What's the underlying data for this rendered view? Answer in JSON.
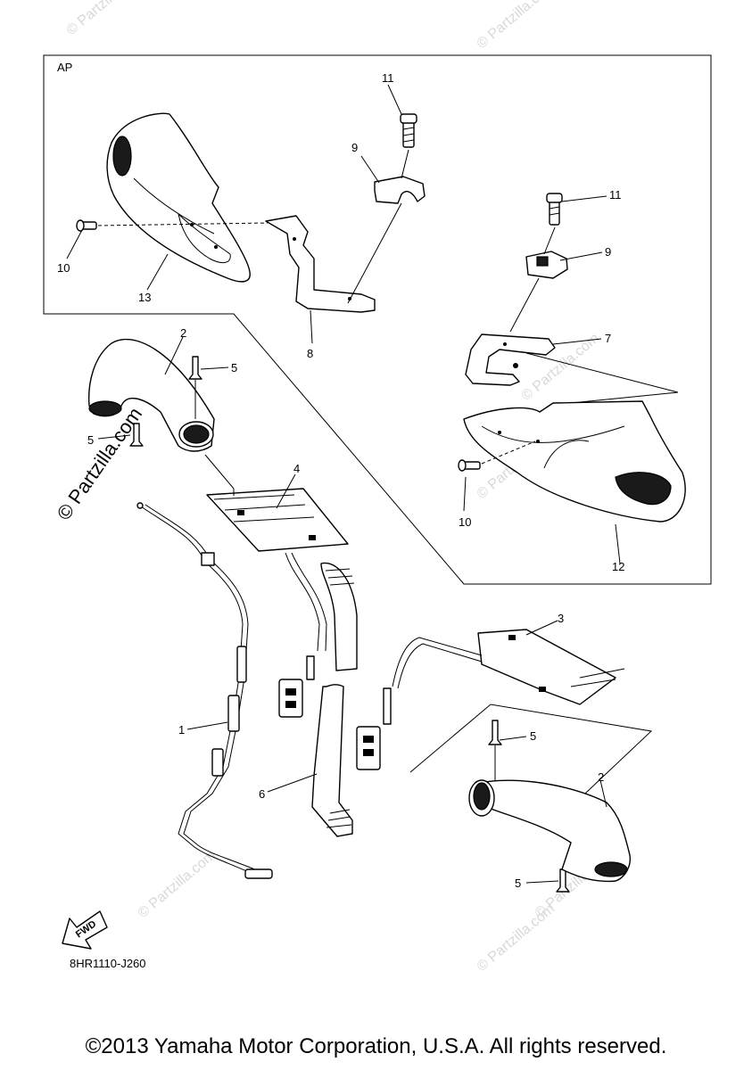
{
  "inset_label": "AP",
  "watermark": "© Partzilla.com",
  "drawing_code": "8HR1110-J260",
  "fwd_label": "FWD",
  "copyright": "©2013 Yamaha Motor Corporation, U.S.A. All rights reserved.",
  "callouts": {
    "c1": "1",
    "c2a": "2",
    "c2b": "2",
    "c3": "3",
    "c4": "4",
    "c5a": "5",
    "c5b": "5",
    "c5c": "5",
    "c5d": "5",
    "c6": "6",
    "c7": "7",
    "c8": "8",
    "c9a": "9",
    "c9b": "9",
    "c10a": "10",
    "c10b": "10",
    "c11a": "11",
    "c11b": "11",
    "c12": "12",
    "c13": "13"
  }
}
